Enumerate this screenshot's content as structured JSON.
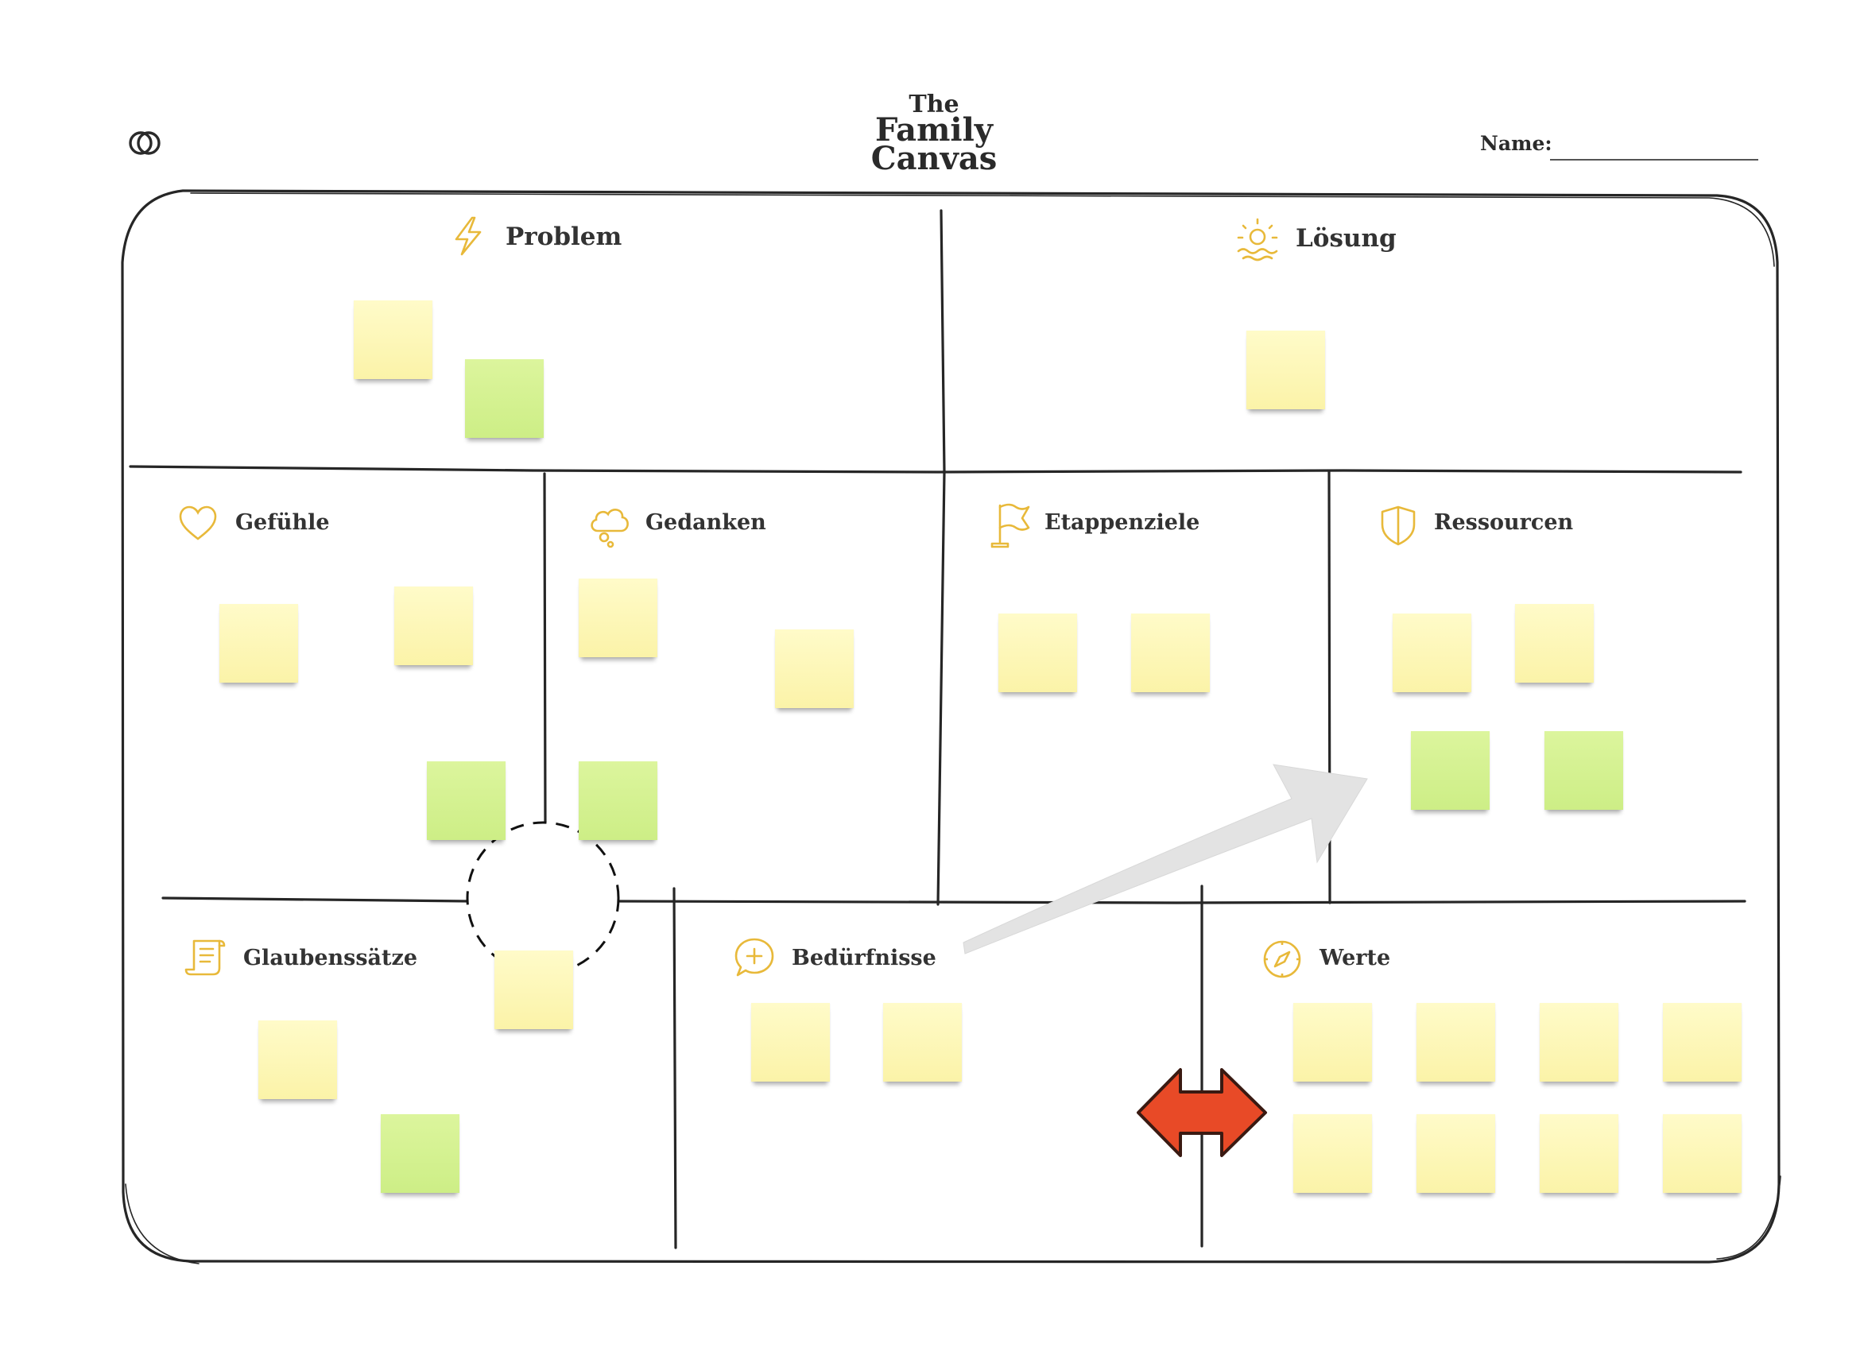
{
  "header": {
    "brand_line1": "The",
    "brand_line2": "Family",
    "brand_line3": "Canvas",
    "name_label": "Name:",
    "logo_icon": "ring-logo-icon"
  },
  "sections": {
    "problem": {
      "title": "Problem",
      "icon": "lightning-icon"
    },
    "loesung": {
      "title": "Lösung",
      "icon": "sunrise-icon"
    },
    "gefuehle": {
      "title": "Gefühle",
      "icon": "heart-icon"
    },
    "gedanken": {
      "title": "Gedanken",
      "icon": "thought-cloud-icon"
    },
    "etappenziele": {
      "title": "Etappenziele",
      "icon": "flag-icon"
    },
    "ressourcen": {
      "title": "Ressourcen",
      "icon": "shield-icon"
    },
    "glaubenssaetze": {
      "title": "Glaubenssätze",
      "icon": "scroll-icon"
    },
    "beduerfnisse": {
      "title": "Bedürfnisse",
      "icon": "speech-plus-icon"
    },
    "werte": {
      "title": "Werte",
      "icon": "compass-icon"
    }
  },
  "colors": {
    "accent_gold": "#e8b93a",
    "sticky_yellow": "#fbf3a8",
    "sticky_green": "#cdee86",
    "arrow_red": "#e84a27",
    "arrow_gray": "#e3e3e3",
    "line_dark": "#262626"
  }
}
